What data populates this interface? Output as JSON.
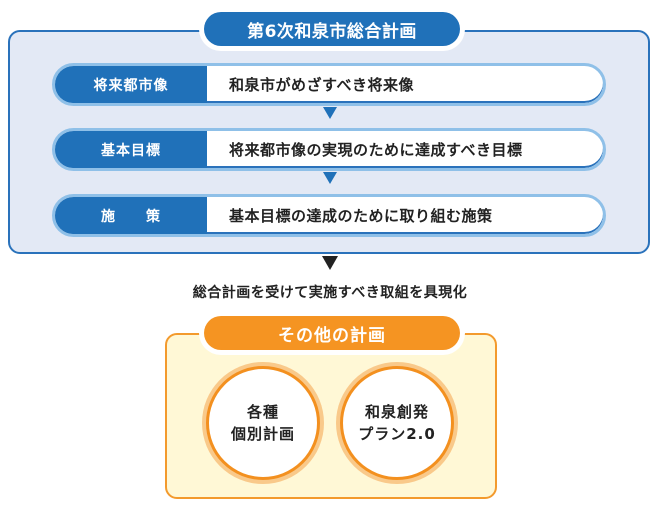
{
  "main_plan": {
    "title": "第6次和泉市総合計画",
    "rows": [
      {
        "label": "将来都市像",
        "description": "和泉市がめざすべき将来像"
      },
      {
        "label": "基本目標",
        "description": "将来都市像の実現のために達成すべき目標"
      },
      {
        "label": "施　　策",
        "description": "基本目標の達成のために取り組む施策"
      }
    ]
  },
  "connector_text": "総合計画を受けて実施すべき取組を具現化",
  "other_plans": {
    "title": "その他の計画",
    "circles": [
      {
        "line1": "各種",
        "line2": "個別計画"
      },
      {
        "line1": "和泉創発",
        "line2": "プラン2.0"
      }
    ]
  },
  "colors": {
    "blue_accent": "#2071b9",
    "blue_bg": "#e3e9f5",
    "orange_accent": "#f59422",
    "orange_bg": "#fff8d6"
  }
}
